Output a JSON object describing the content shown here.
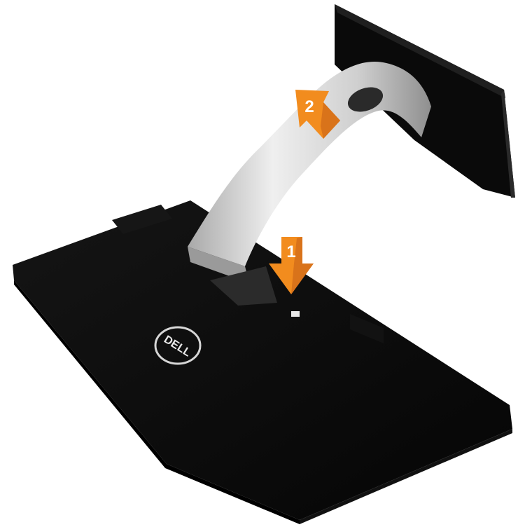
{
  "figure": {
    "subject": "monitor-stand-assembly",
    "colors": {
      "background": "#ffffff",
      "base": "#0b0b0b",
      "base_edge": "#1d1d1d",
      "riser": "#c9c9c9",
      "riser_highlight": "#eeeeee",
      "riser_shadow": "#8e8e8e",
      "panel": "#0a0a0a",
      "arrow": "#f28c1e",
      "arrow_dark": "#d9731a",
      "logo_ring": "#d6d6d6"
    },
    "steps": [
      {
        "number": "1",
        "icon": "arrow-down-icon"
      },
      {
        "number": "2",
        "icon": "arrow-up-left-icon"
      }
    ],
    "logo": {
      "text": "DELL"
    }
  }
}
